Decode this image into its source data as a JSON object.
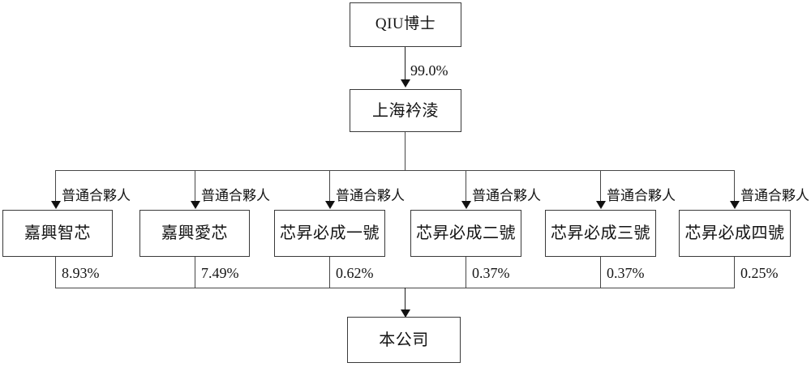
{
  "diagram": {
    "type": "organization-ownership-chart",
    "title_visible": false,
    "colors": {
      "background": "#ffffff",
      "box_border": "#3a3a3a",
      "connector": "#474747",
      "arrow": "#111111",
      "text": "#141414"
    },
    "nodes": {
      "root": {
        "label": "QIU博士"
      },
      "holding": {
        "label": "上海衿淩"
      },
      "company": {
        "label": "本公司"
      },
      "partners": [
        {
          "label": "嘉興智芯",
          "role_label": "普通合夥人",
          "stake": "8.93%"
        },
        {
          "label": "嘉興愛芯",
          "role_label": "普通合夥人",
          "stake": "7.49%"
        },
        {
          "label": "芯昇必成一號",
          "role_label": "普通合夥人",
          "stake": "0.62%"
        },
        {
          "label": "芯昇必成二號",
          "role_label": "普通合夥人",
          "stake": "0.37%"
        },
        {
          "label": "芯昇必成三號",
          "role_label": "普通合夥人",
          "stake": "0.37%"
        },
        {
          "label": "芯昇必成四號",
          "role_label": "普通合夥人",
          "stake": "0.25%"
        }
      ]
    },
    "edges": {
      "root_to_holding": {
        "label": "99.0%"
      }
    }
  }
}
